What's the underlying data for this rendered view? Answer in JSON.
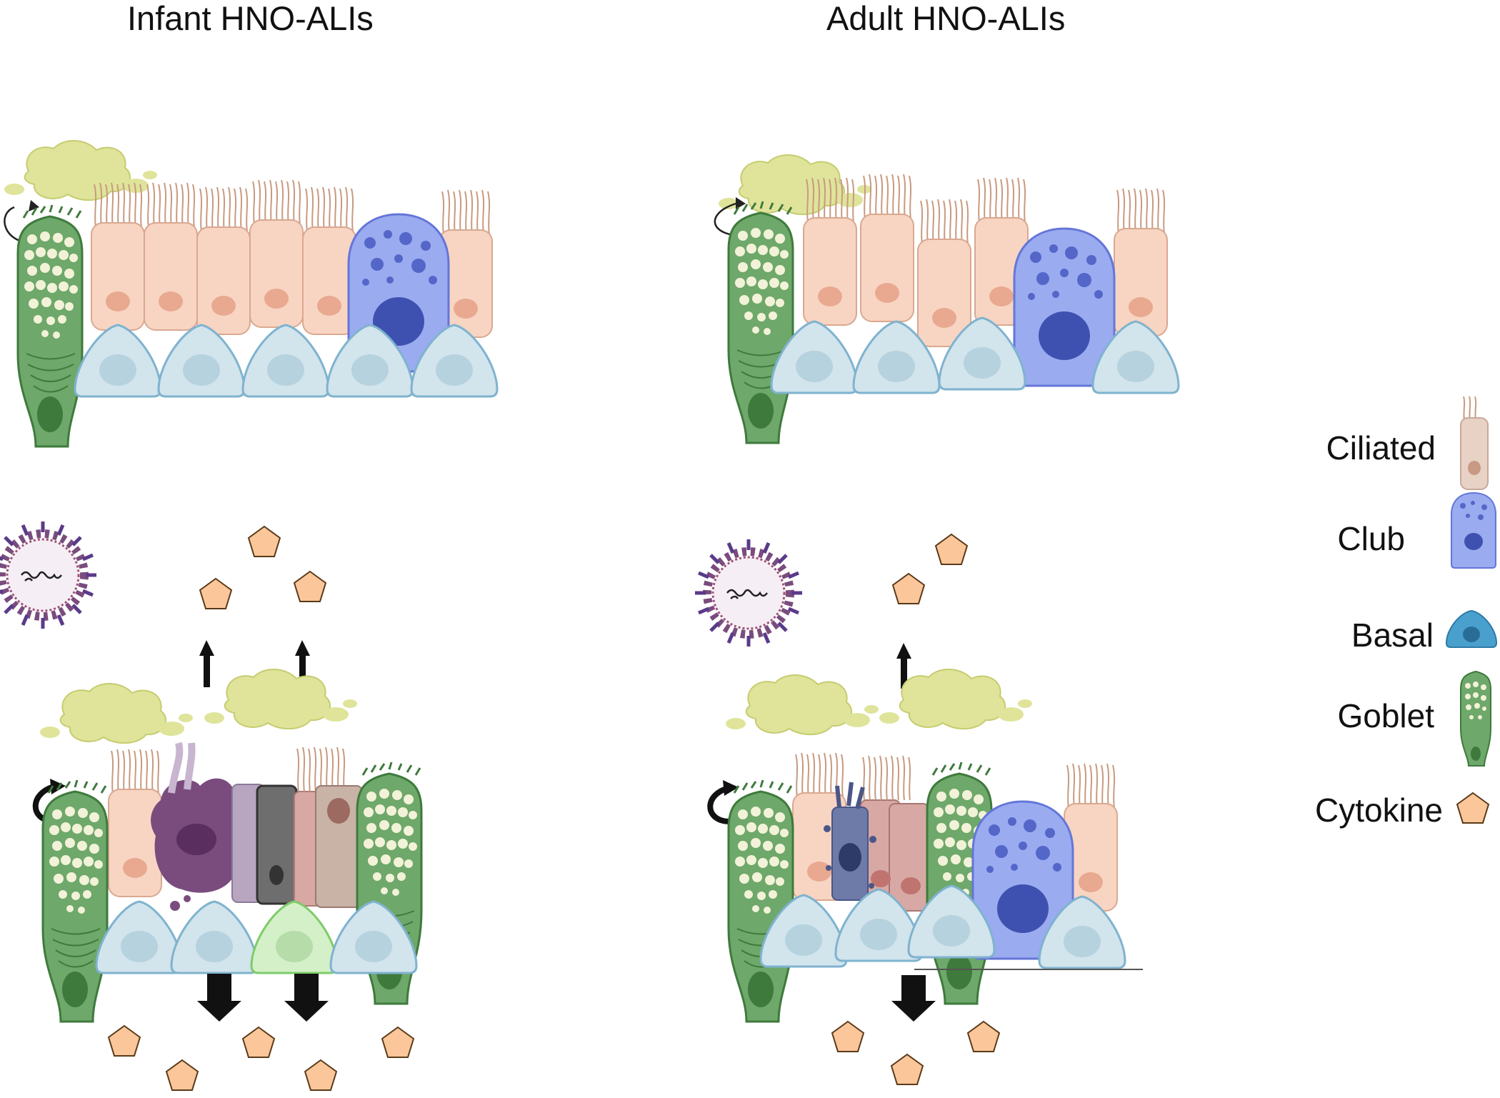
{
  "titles": {
    "infant": "Infant HNO-ALIs",
    "adult": "Adult HNO-ALIs"
  },
  "legend": {
    "ciliated": "Ciliated",
    "club": "Club",
    "basal": "Basal",
    "goblet": "Goblet",
    "cytokine": "Cytokine"
  },
  "colors": {
    "ciliated": "#f8d5c2",
    "club": "#9aabf0",
    "basal": "#d2e4ec",
    "goblet": "#6ea86a",
    "mucus": "#dfe49a",
    "cytokine": "#fbc79a",
    "infected_cell": "#7a4c7e",
    "virus": "#8a5ba8"
  }
}
